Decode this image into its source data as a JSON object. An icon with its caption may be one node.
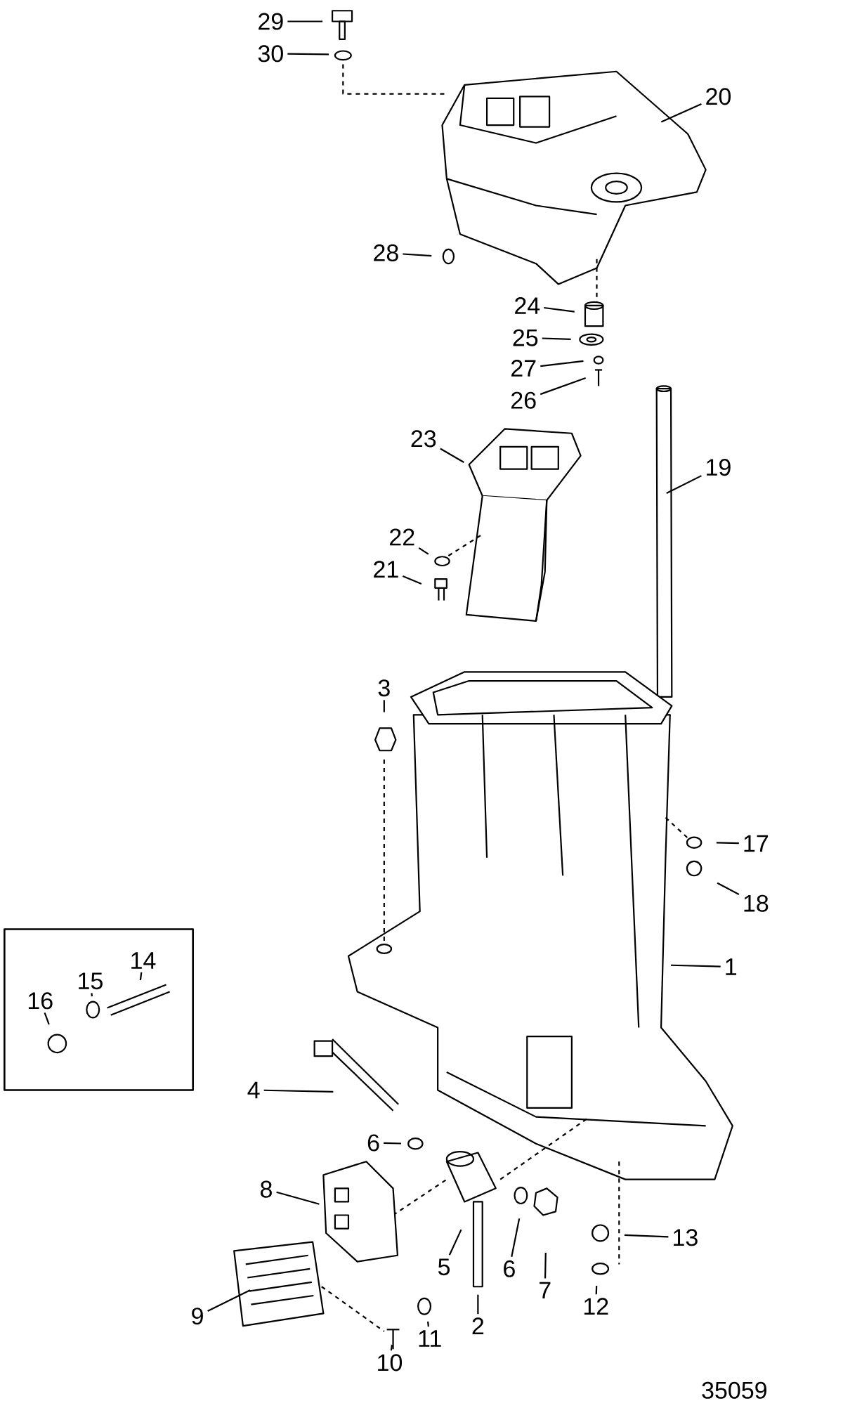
{
  "diagram": {
    "nodes": [
      {
        "text": [
          "29"
        ]
      },
      {
        "text": [
          "30"
        ]
      },
      {
        "text": [
          "20"
        ]
      },
      {
        "text": [
          "28"
        ]
      },
      {
        "text": [
          "24"
        ]
      },
      {
        "text": [
          "25"
        ]
      },
      {
        "text": [
          "27"
        ]
      },
      {
        "text": [
          "26"
        ]
      },
      {
        "text": [
          "23"
        ]
      },
      {
        "text": [
          "19"
        ]
      },
      {
        "text": [
          "22"
        ]
      },
      {
        "text": [
          "21"
        ]
      },
      {
        "text": [
          "3"
        ]
      },
      {
        "text": [
          "17"
        ]
      },
      {
        "text": [
          "18"
        ]
      },
      {
        "text": [],
        "shape": "box"
      },
      {
        "text": [
          "14"
        ],
        "in": 15
      },
      {
        "text": [
          "15"
        ],
        "in": 15
      },
      {
        "text": [
          "16"
        ],
        "in": 15
      },
      {
        "text": [
          "1"
        ]
      },
      {
        "text": [
          "4"
        ]
      },
      {
        "text": [
          "6"
        ]
      },
      {
        "text": [
          "8"
        ]
      },
      {
        "text": [
          "5"
        ]
      },
      {
        "text": [
          "6"
        ]
      },
      {
        "text": [
          "7"
        ]
      },
      {
        "text": [
          "13"
        ]
      },
      {
        "text": [
          "12"
        ]
      },
      {
        "text": [
          "9"
        ]
      },
      {
        "text": [
          "2"
        ]
      },
      {
        "text": [
          "11"
        ]
      },
      {
        "text": [
          "10"
        ]
      }
    ],
    "edges": [
      {
        "from": 0,
        "to": null,
        "arrow": "none"
      },
      {
        "from": 1,
        "to": null,
        "arrow": "none"
      },
      {
        "from": 2,
        "to": null,
        "arrow": "none"
      },
      {
        "from": 3,
        "to": null,
        "arrow": "none"
      },
      {
        "from": 4,
        "to": null,
        "arrow": "none"
      },
      {
        "from": 5,
        "to": null,
        "arrow": "none"
      },
      {
        "from": 6,
        "to": null,
        "arrow": "none"
      },
      {
        "from": 7,
        "to": null,
        "arrow": "none"
      },
      {
        "from": 8,
        "to": null,
        "arrow": "none"
      },
      {
        "from": 9,
        "to": null,
        "arrow": "none"
      },
      {
        "from": 10,
        "to": null,
        "arrow": "none"
      },
      {
        "from": 11,
        "to": null,
        "arrow": "none"
      },
      {
        "from": 12,
        "to": null,
        "arrow": "none"
      },
      {
        "from": 13,
        "to": null,
        "arrow": "none"
      },
      {
        "from": 14,
        "to": null,
        "arrow": "none"
      },
      {
        "from": 16,
        "to": null,
        "arrow": "none"
      },
      {
        "from": 17,
        "to": null,
        "arrow": "none"
      },
      {
        "from": 18,
        "to": null,
        "arrow": "none"
      },
      {
        "from": 19,
        "to": null,
        "arrow": "none"
      },
      {
        "from": 20,
        "to": null,
        "arrow": "none"
      },
      {
        "from": 21,
        "to": null,
        "arrow": "none"
      },
      {
        "from": 22,
        "to": null,
        "arrow": "none"
      },
      {
        "from": 23,
        "to": null,
        "arrow": "none"
      },
      {
        "from": 24,
        "to": null,
        "arrow": "none"
      },
      {
        "from": 25,
        "to": null,
        "arrow": "none"
      },
      {
        "from": 26,
        "to": null,
        "arrow": "none"
      },
      {
        "from": 27,
        "to": null,
        "arrow": "none"
      },
      {
        "from": 28,
        "to": null,
        "arrow": "none"
      },
      {
        "from": 29,
        "to": null,
        "arrow": "none"
      },
      {
        "from": 30,
        "to": null,
        "arrow": "none"
      },
      {
        "from": 31,
        "to": null,
        "arrow": "none"
      }
    ],
    "labels": [
      "35059"
    ]
  }
}
